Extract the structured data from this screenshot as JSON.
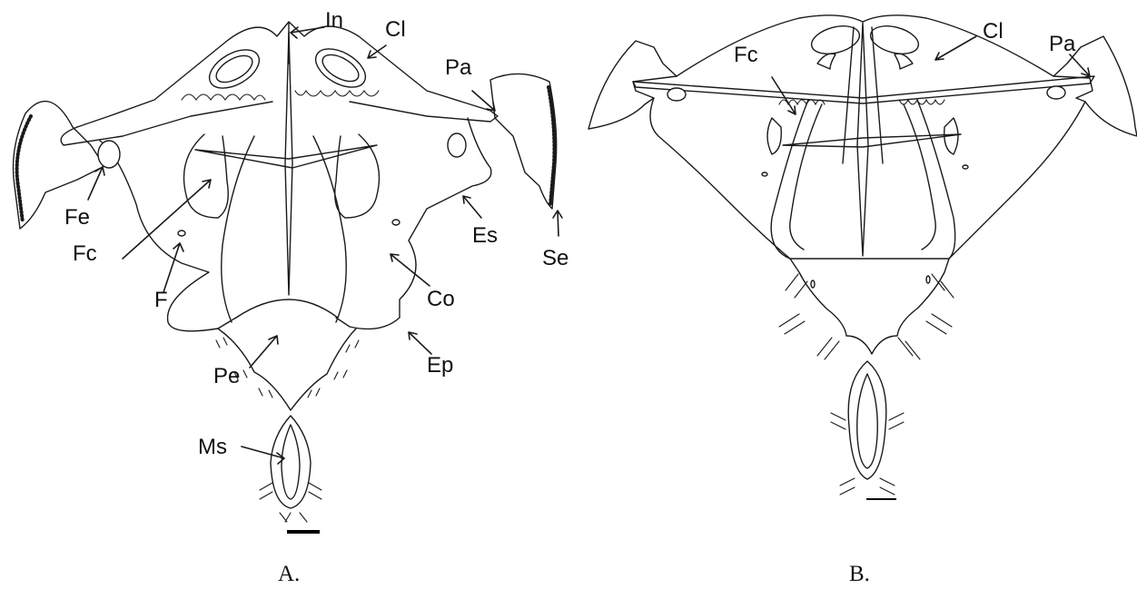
{
  "panels": [
    {
      "id": "A",
      "caption": "A.",
      "labels": {
        "in": "In",
        "cl": "Cl",
        "pa": "Pa",
        "fe": "Fe",
        "fc": "Fc",
        "f": "F",
        "es": "Es",
        "se": "Se",
        "co": "Co",
        "ep": "Ep",
        "pe": "Pe",
        "ms": "Ms"
      }
    },
    {
      "id": "B",
      "caption": "B.",
      "labels": {
        "fc": "Fc",
        "cl": "Cl",
        "pa": "Pa"
      }
    }
  ]
}
